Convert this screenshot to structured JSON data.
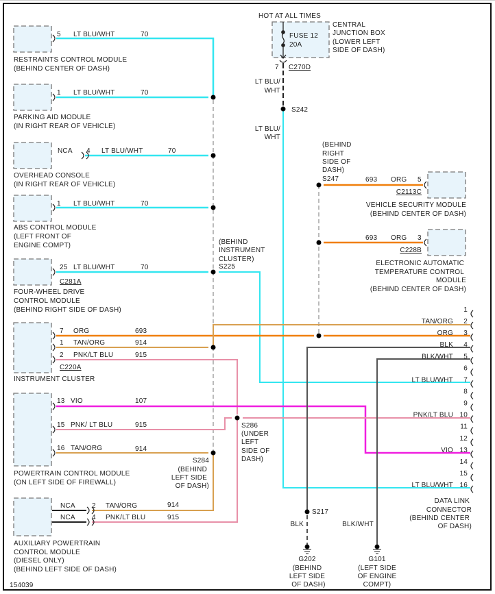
{
  "figure_id": "154039",
  "colors": {
    "lt_blu_wht": "#33e6f0",
    "org": "#f07f0a",
    "tan_org": "#d8a050",
    "pnk_lt_blu": "#e890a8",
    "vio": "#f01ee0",
    "blk": "#555555",
    "module_fill": "#e8f4fb",
    "module_border": "#777777"
  },
  "power": {
    "hot_label": "HOT AT ALL TIMES",
    "fuse_name": "FUSE 12",
    "fuse_rating": "20A",
    "box_label": [
      "CENTRAL",
      "JUNCTION BOX",
      "(LOWER LEFT",
      "SIDE OF DASH)"
    ],
    "pin": "7",
    "connector": "C270D",
    "wire_label_1": [
      "LT BLU/",
      "WHT"
    ],
    "splice": "S242",
    "wire_label_2": [
      "LT BLU/",
      "WHT"
    ]
  },
  "modules": [
    {
      "name": [
        "RESTRAINTS CONTROL MODULE",
        "(BEHIND CENTER OF DASH)"
      ],
      "pin": "5",
      "color": "LT BLU/WHT",
      "circuit": "70"
    },
    {
      "name": [
        "PARKING AID MODULE",
        "(IN RIGHT REAR OF VEHICLE)"
      ],
      "pin": "1",
      "color": "LT BLU/WHT",
      "circuit": "70"
    },
    {
      "name": [
        "OVERHEAD CONSOLE",
        "(IN RIGHT REAR OF VEHICLE)"
      ],
      "nca": "NCA",
      "pin": "4",
      "color": "LT BLU/WHT",
      "circuit": "70"
    },
    {
      "name": [
        "ABS CONTROL MODULE",
        "(LEFT FRONT OF",
        "ENGINE COMPT)"
      ],
      "pin": "1",
      "color": "LT BLU/WHT",
      "circuit": "70"
    },
    {
      "name": [
        "FOUR-WHEEL DRIVE",
        "CONTROL MODULE",
        "(BEHIND RIGHT SIDE OF DASH)"
      ],
      "pin": "25",
      "color": "LT BLU/WHT",
      "circuit": "70",
      "connector": "C281A"
    }
  ],
  "splice_s225": {
    "id": "S225",
    "location": [
      "(BEHIND",
      "INSTRUMENT",
      "CLUSTER)"
    ]
  },
  "splice_s247": {
    "id": "S247",
    "location": [
      "(BEHIND",
      "RIGHT",
      "SIDE OF",
      "DASH)"
    ]
  },
  "vsm": {
    "name": [
      "VEHICLE SECURITY MODULE",
      "(BEHIND CENTER OF DASH)"
    ],
    "circuit": "693",
    "color": "ORG",
    "pin": "5",
    "connector": "C2113C"
  },
  "eatc": {
    "name": [
      "ELECTRONIC AUTOMATIC",
      "TEMPERATURE CONTROL",
      "MODULE",
      "(BEHIND CENTER OF DASH)"
    ],
    "circuit": "693",
    "color": "ORG",
    "pin": "3",
    "connector": "C228B"
  },
  "instrument_cluster": {
    "name": "INSTRUMENT CLUSTER",
    "connector": "C220A",
    "pins": [
      {
        "pin": "7",
        "color": "ORG",
        "circuit": "693"
      },
      {
        "pin": "1",
        "color": "TAN/ORG",
        "circuit": "914"
      },
      {
        "pin": "2",
        "color": "PNK/LT BLU",
        "circuit": "915"
      }
    ]
  },
  "pcm": {
    "name": [
      "POWERTRAIN CONTROL MODULE",
      "(ON LEFT SIDE OF FIREWALL)"
    ],
    "pins": [
      {
        "pin": "13",
        "color": "VIO",
        "circuit": "107"
      },
      {
        "pin": "15",
        "color": "PNK/ LT BLU",
        "circuit": "915"
      },
      {
        "pin": "16",
        "color": "TAN/ORG",
        "circuit": "914"
      }
    ]
  },
  "splice_s284": {
    "id": "S284",
    "location": [
      "(BEHIND",
      "LEFT SIDE",
      "OF DASH)"
    ]
  },
  "splice_s286": {
    "id": "S286",
    "location": [
      "(UNDER",
      "LEFT",
      "SIDE OF",
      "DASH)"
    ]
  },
  "apcm": {
    "name": [
      "AUXILIARY POWERTRAIN",
      "CONTROL MODULE",
      "(DIESEL ONLY)",
      "(BEHIND LEFT SIDE OF DASH)"
    ],
    "pins": [
      {
        "nca": "NCA",
        "pin": "2",
        "color": "TAN/ORG",
        "circuit": "914"
      },
      {
        "nca": "NCA",
        "pin": "4",
        "color": "PNK/LT BLU",
        "circuit": "915"
      }
    ]
  },
  "dlc": {
    "name": [
      "DATA LINK",
      "CONNECTOR",
      "(BEHIND CENTER",
      "OF DASH)"
    ],
    "pins": [
      {
        "pin": "1",
        "color": ""
      },
      {
        "pin": "2",
        "color": "TAN/ORG"
      },
      {
        "pin": "3",
        "color": "ORG"
      },
      {
        "pin": "4",
        "color": "BLK"
      },
      {
        "pin": "5",
        "color": "BLK/WHT"
      },
      {
        "pin": "6",
        "color": ""
      },
      {
        "pin": "7",
        "color": "LT BLU/WHT"
      },
      {
        "pin": "8",
        "color": ""
      },
      {
        "pin": "9",
        "color": ""
      },
      {
        "pin": "10",
        "color": "PNK/LT BLU"
      },
      {
        "pin": "11",
        "color": ""
      },
      {
        "pin": "12",
        "color": ""
      },
      {
        "pin": "13",
        "color": "VIO"
      },
      {
        "pin": "14",
        "color": ""
      },
      {
        "pin": "15",
        "color": ""
      },
      {
        "pin": "16",
        "color": "LT BLU/WHT"
      }
    ]
  },
  "grounds": [
    {
      "splice": "S217",
      "wire": "BLK",
      "id": "G202",
      "location": [
        "(BEHIND",
        "LEFT SIDE",
        "OF DASH)"
      ]
    },
    {
      "wire": "BLK/WHT",
      "id": "G101",
      "location": [
        "(LEFT SIDE",
        "OF ENGINE",
        "COMPT)"
      ]
    }
  ]
}
